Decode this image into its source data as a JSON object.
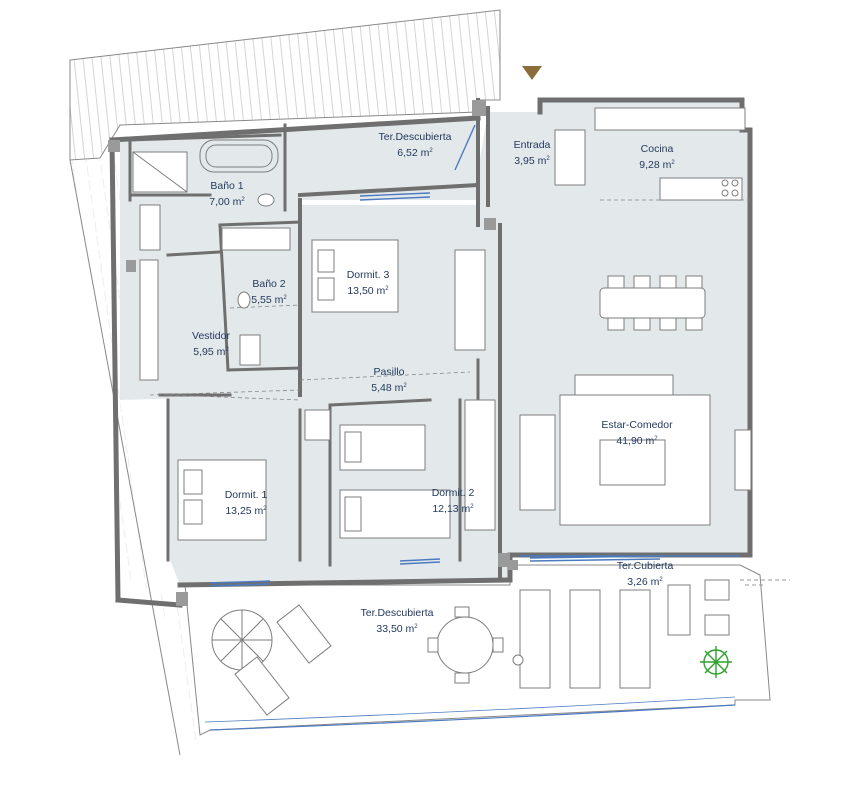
{
  "rooms": [
    {
      "id": "ter-descubierta-top",
      "name": "Ter.Descubierta",
      "area": "6,52 m",
      "sup": "2"
    },
    {
      "id": "entrada",
      "name": "Entrada",
      "area": "3,95 m",
      "sup": "2"
    },
    {
      "id": "cocina",
      "name": "Cocina",
      "area": "9,28 m",
      "sup": "2"
    },
    {
      "id": "bano-1",
      "name": "Baño 1",
      "area": "7,00 m",
      "sup": "2"
    },
    {
      "id": "bano-2",
      "name": "Baño 2",
      "area": "5,55 m",
      "sup": "2"
    },
    {
      "id": "dormit-3",
      "name": "Dormit. 3",
      "area": "13,50 m",
      "sup": "2"
    },
    {
      "id": "vestidor",
      "name": "Vestidor",
      "area": "5,95 m",
      "sup": "2"
    },
    {
      "id": "pasillo",
      "name": "Pasillo",
      "area": "5,48 m",
      "sup": "2"
    },
    {
      "id": "estar-comedor",
      "name": "Estar-Comedor",
      "area": "41,90 m",
      "sup": "2"
    },
    {
      "id": "dormit-1",
      "name": "Dormit. 1",
      "area": "13,25 m",
      "sup": "2"
    },
    {
      "id": "dormit-2",
      "name": "Dormit. 2",
      "area": "12,13 m",
      "sup": "2"
    },
    {
      "id": "ter-cubierta",
      "name": "Ter.Cubierta",
      "area": "3,26 m",
      "sup": "2"
    },
    {
      "id": "ter-descubierta-bottom",
      "name": "Ter.Descubierta",
      "area": "33,50 m",
      "sup": "2"
    }
  ],
  "colors": {
    "floor": "#e3e9ea",
    "wall": "#6f6f6f",
    "text": "#233a5e",
    "window": "#4c7ac0",
    "entry_marker": "#8a6d3b",
    "plant": "#2ea12e"
  },
  "icons": [
    "entry-arrow-icon",
    "bathtub-icon",
    "toilet-icon",
    "shower-icon",
    "bed-icon",
    "sofa-icon",
    "dining-table-icon",
    "stove-icon",
    "umbrella-icon",
    "plant-icon"
  ]
}
